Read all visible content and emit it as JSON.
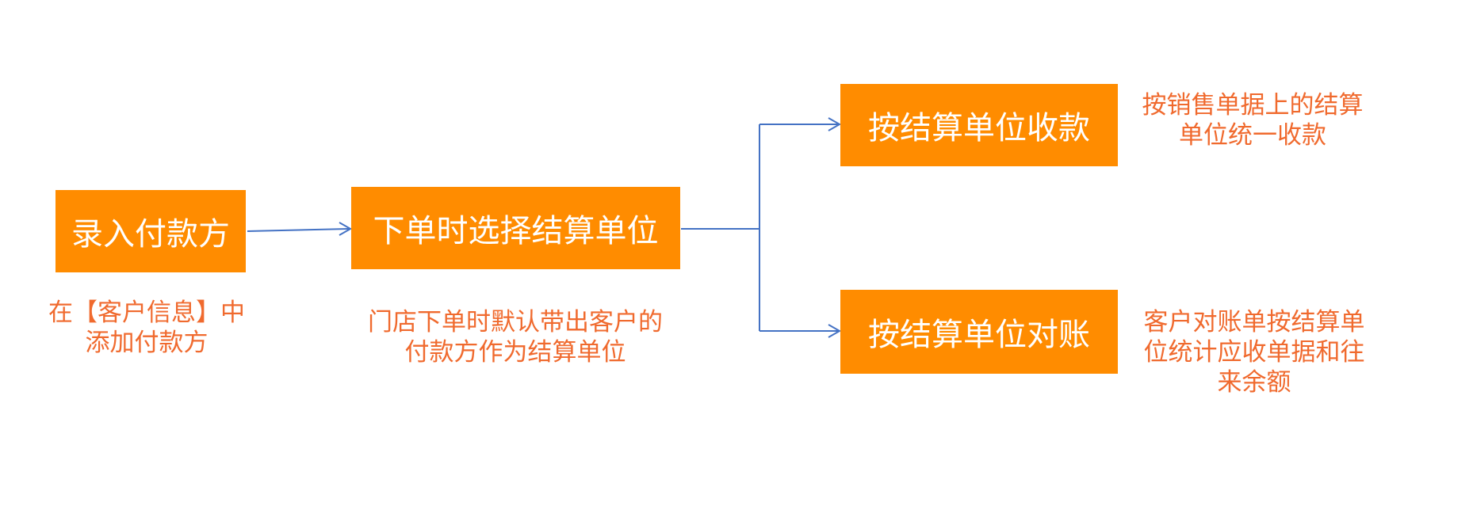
{
  "nodes": {
    "entry_payer": {
      "label": "录入付款方"
    },
    "choose_unit": {
      "label": "下单时选择结算单位"
    },
    "collect_by_unit": {
      "label": "按结算单位收款"
    },
    "reconcile_by_unit": {
      "label": "按结算单位对账"
    }
  },
  "notes": {
    "entry_payer": {
      "lines": [
        "在【客户信息】中",
        "添加付款方"
      ]
    },
    "choose_unit": {
      "lines": [
        "门店下单时默认带出客户的",
        "付款方作为结算单位"
      ]
    },
    "collect_by_unit": {
      "lines": [
        "按销售单据上的结算",
        "单位统一收款"
      ]
    },
    "reconcile_by_unit": {
      "lines": [
        "客户对账单按结算单",
        "位统计应收单据和往",
        "来余额"
      ]
    }
  },
  "colors": {
    "box_fill": "#FF8C00",
    "box_text": "#FFFFFF",
    "note_text": "#F06A2E",
    "connector": "#4472C4"
  }
}
